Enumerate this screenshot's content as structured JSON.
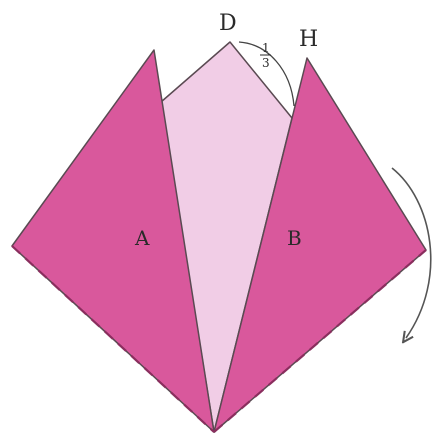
{
  "labels": {
    "corner_d": "D",
    "corner_h": "H",
    "flap_a": "A",
    "flap_b": "B",
    "fraction_numerator": "1",
    "fraction_denominator": "3"
  },
  "colors": {
    "flap_pink": "#d9589c",
    "center_pale": "#f1cde6",
    "outline": "#5a4a52"
  }
}
